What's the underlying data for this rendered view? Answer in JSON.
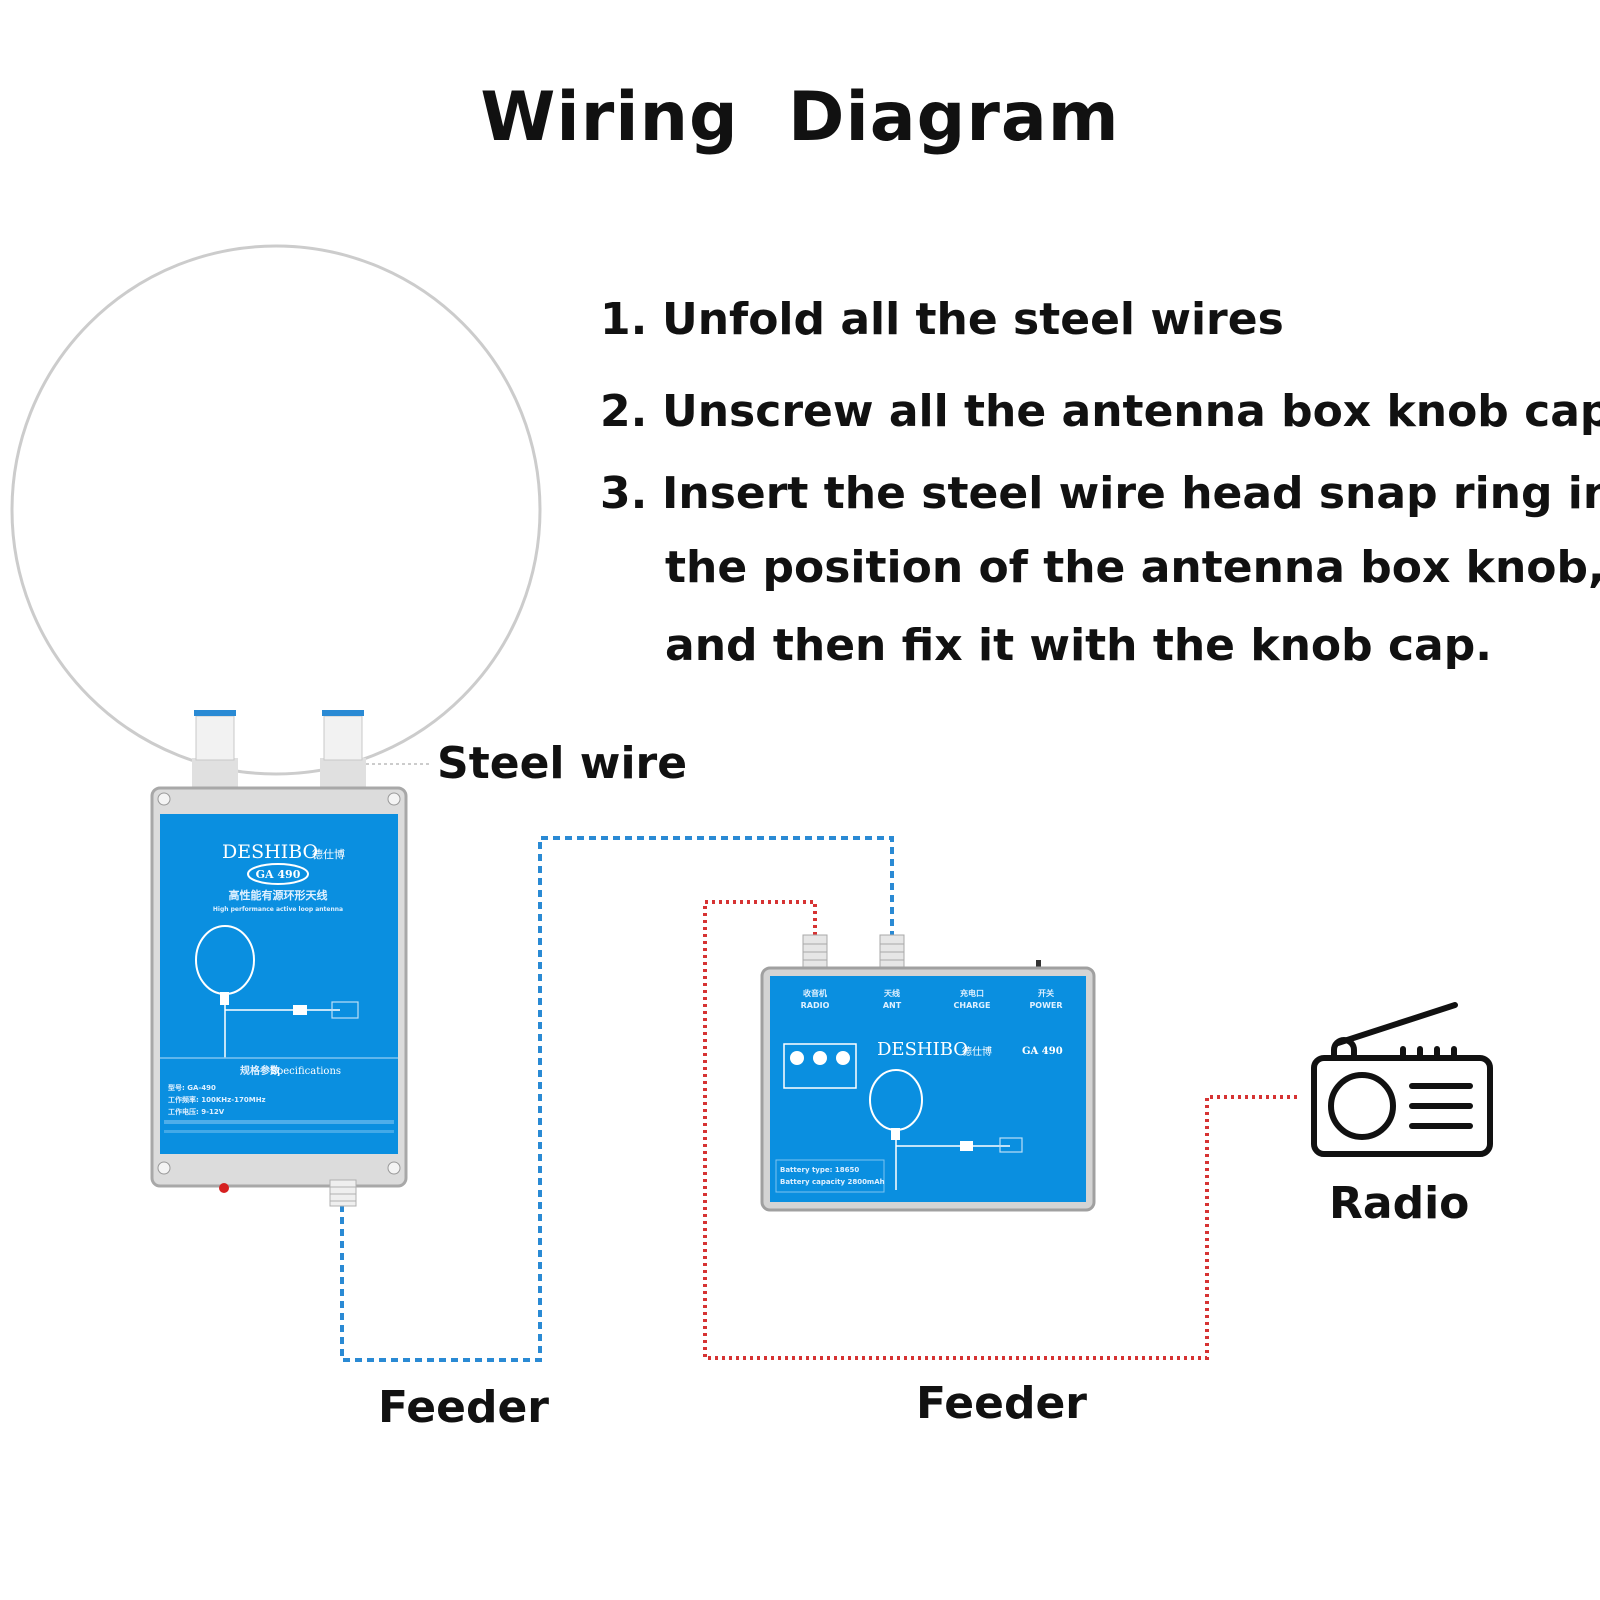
{
  "title": "Wiring  Diagram",
  "steps": [
    {
      "num": "1.",
      "lines": [
        "Unfold all the steel wires"
      ]
    },
    {
      "num": "2.",
      "lines": [
        "Unscrew all the antenna box knob caps"
      ]
    },
    {
      "num": "3.",
      "lines": [
        "Insert the steel wire head snap ring into",
        "the position of the antenna box knob,",
        "and then fix it with the knob cap."
      ]
    }
  ],
  "labels": {
    "steel_wire": "Steel wire",
    "feeder_left": "Feeder",
    "feeder_right": "Feeder",
    "radio": "Radio"
  },
  "antenna_box": {
    "brand": "DESHIBO",
    "brand_cn": "德仕博",
    "model": "GA 490",
    "subtitle_cn": "高性能有源环形天线",
    "subtitle_en": "High performance active loop antenna",
    "spec_heading_cn": "规格参数",
    "spec_heading_en": "Specifications",
    "spec_lines": [
      "型号: GA-490",
      "工作频率: 100KHz-170MHz",
      "工作电压: 9-12V"
    ]
  },
  "amp_box": {
    "brand": "DESHIBO",
    "brand_cn": "德仕博",
    "model": "GA 490",
    "ports": [
      {
        "cn": "收音机",
        "en": "RADIO"
      },
      {
        "cn": "天线",
        "en": "ANT"
      },
      {
        "cn": "充电口",
        "en": "CHARGE"
      },
      {
        "cn": "开关",
        "en": "POWER"
      }
    ],
    "battery_type": "Battery type: 18650",
    "battery_capacity": "Battery capacity 2800mAh"
  },
  "colors": {
    "box_blue": "#0a8fe0",
    "box_shell": "#dcdcdc",
    "feeder_blue": "#2a8ad4",
    "feeder_red": "#d63333",
    "loop": "#cccccc"
  },
  "icons": [
    "radio-icon",
    "loop-antenna-icon"
  ]
}
